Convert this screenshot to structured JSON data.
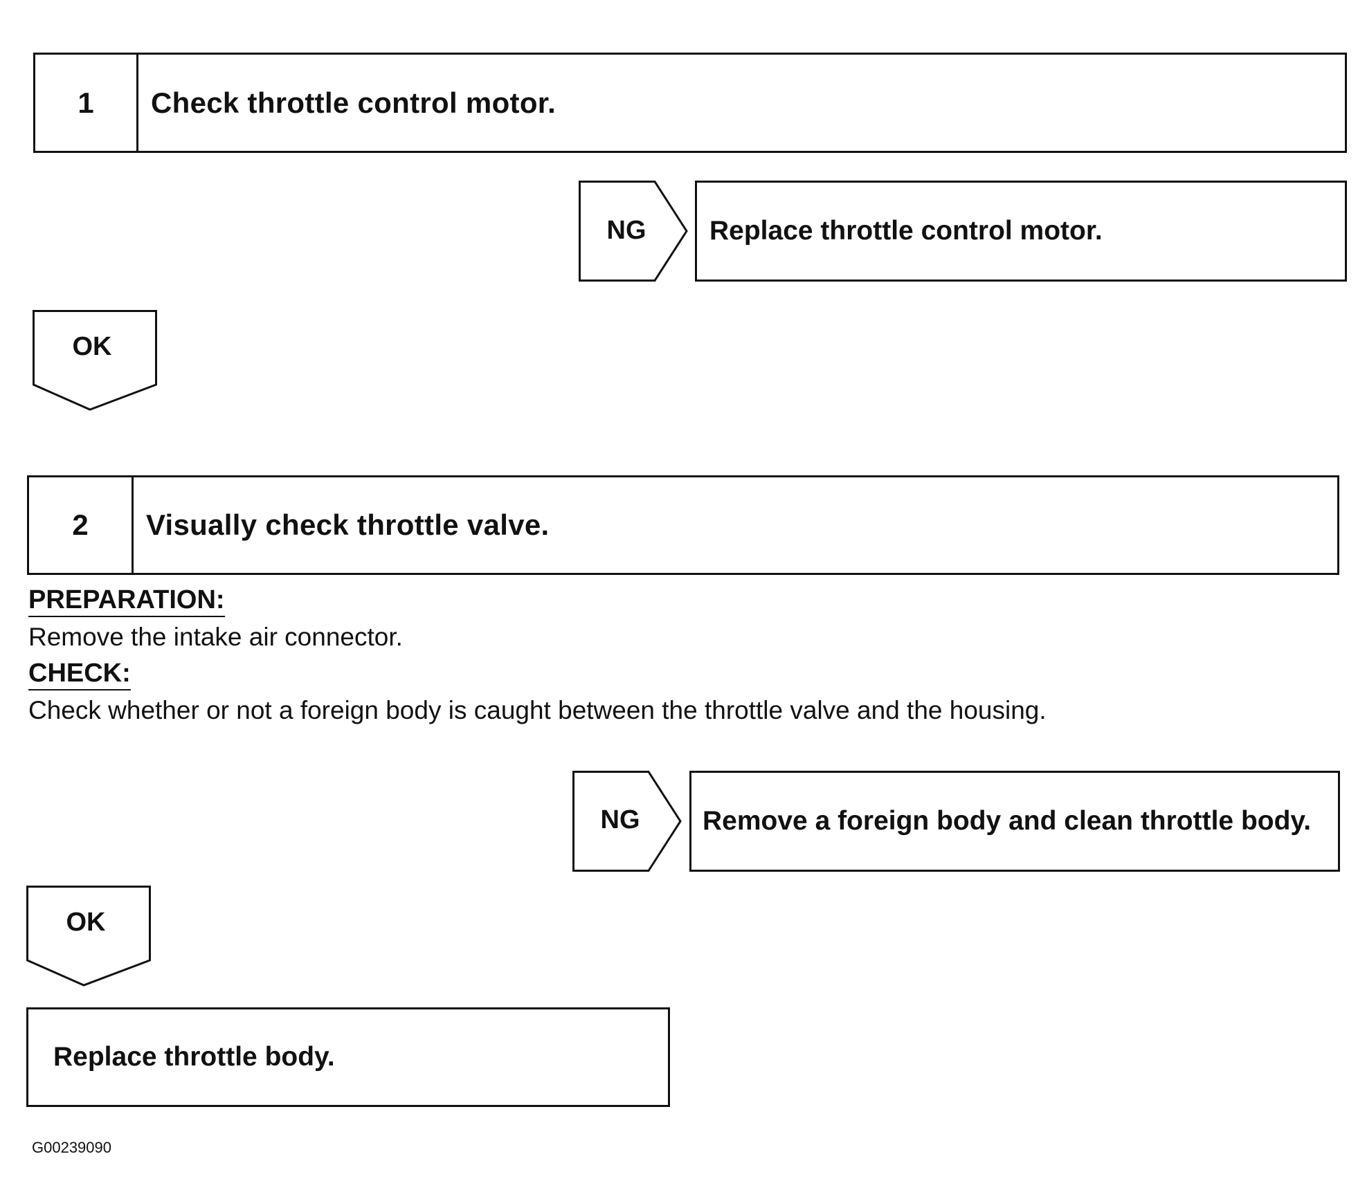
{
  "steps": [
    {
      "number": "1",
      "title": "Check throttle control motor.",
      "ng_label": "NG",
      "ng_action": "Replace throttle control motor.",
      "ok_label": "OK"
    },
    {
      "number": "2",
      "title": "Visually check throttle valve.",
      "preparation_heading": "PREPARATION:",
      "preparation_text": "Remove the intake air connector.",
      "check_heading": "CHECK:",
      "check_text": "Check whether or not a foreign body is caught between the throttle valve and the housing.",
      "ng_label": "NG",
      "ng_action": "Remove a foreign body and clean throttle body.",
      "ok_label": "OK"
    }
  ],
  "final_action": "Replace throttle body.",
  "figure_id": "G00239090"
}
